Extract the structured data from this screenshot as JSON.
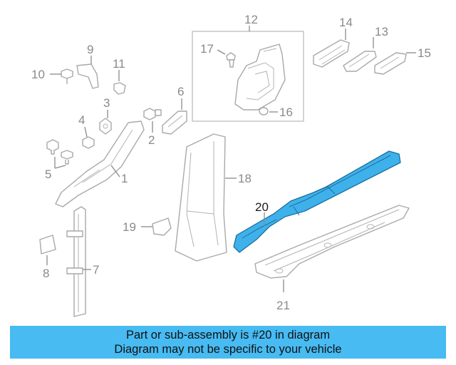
{
  "callouts": {
    "c1": "1",
    "c2": "2",
    "c3": "3",
    "c4": "4",
    "c5": "5",
    "c6": "6",
    "c7": "7",
    "c8": "8",
    "c9": "9",
    "c10": "10",
    "c11": "11",
    "c12": "12",
    "c13": "13",
    "c14": "14",
    "c15": "15",
    "c16": "16",
    "c17": "17",
    "c18": "18",
    "c19": "19",
    "c20": "20",
    "c21": "21"
  },
  "highlighted_part": "20",
  "colors": {
    "highlight_fill": "#3fb1ea",
    "highlight_stroke": "#1b6fa0",
    "banner_background": "#47bbf2",
    "line_art": "#a9a9a9"
  },
  "banner": {
    "line1": "Part or sub-assembly is #20 in diagram",
    "line2": "Diagram may not be specific to your vehicle"
  }
}
